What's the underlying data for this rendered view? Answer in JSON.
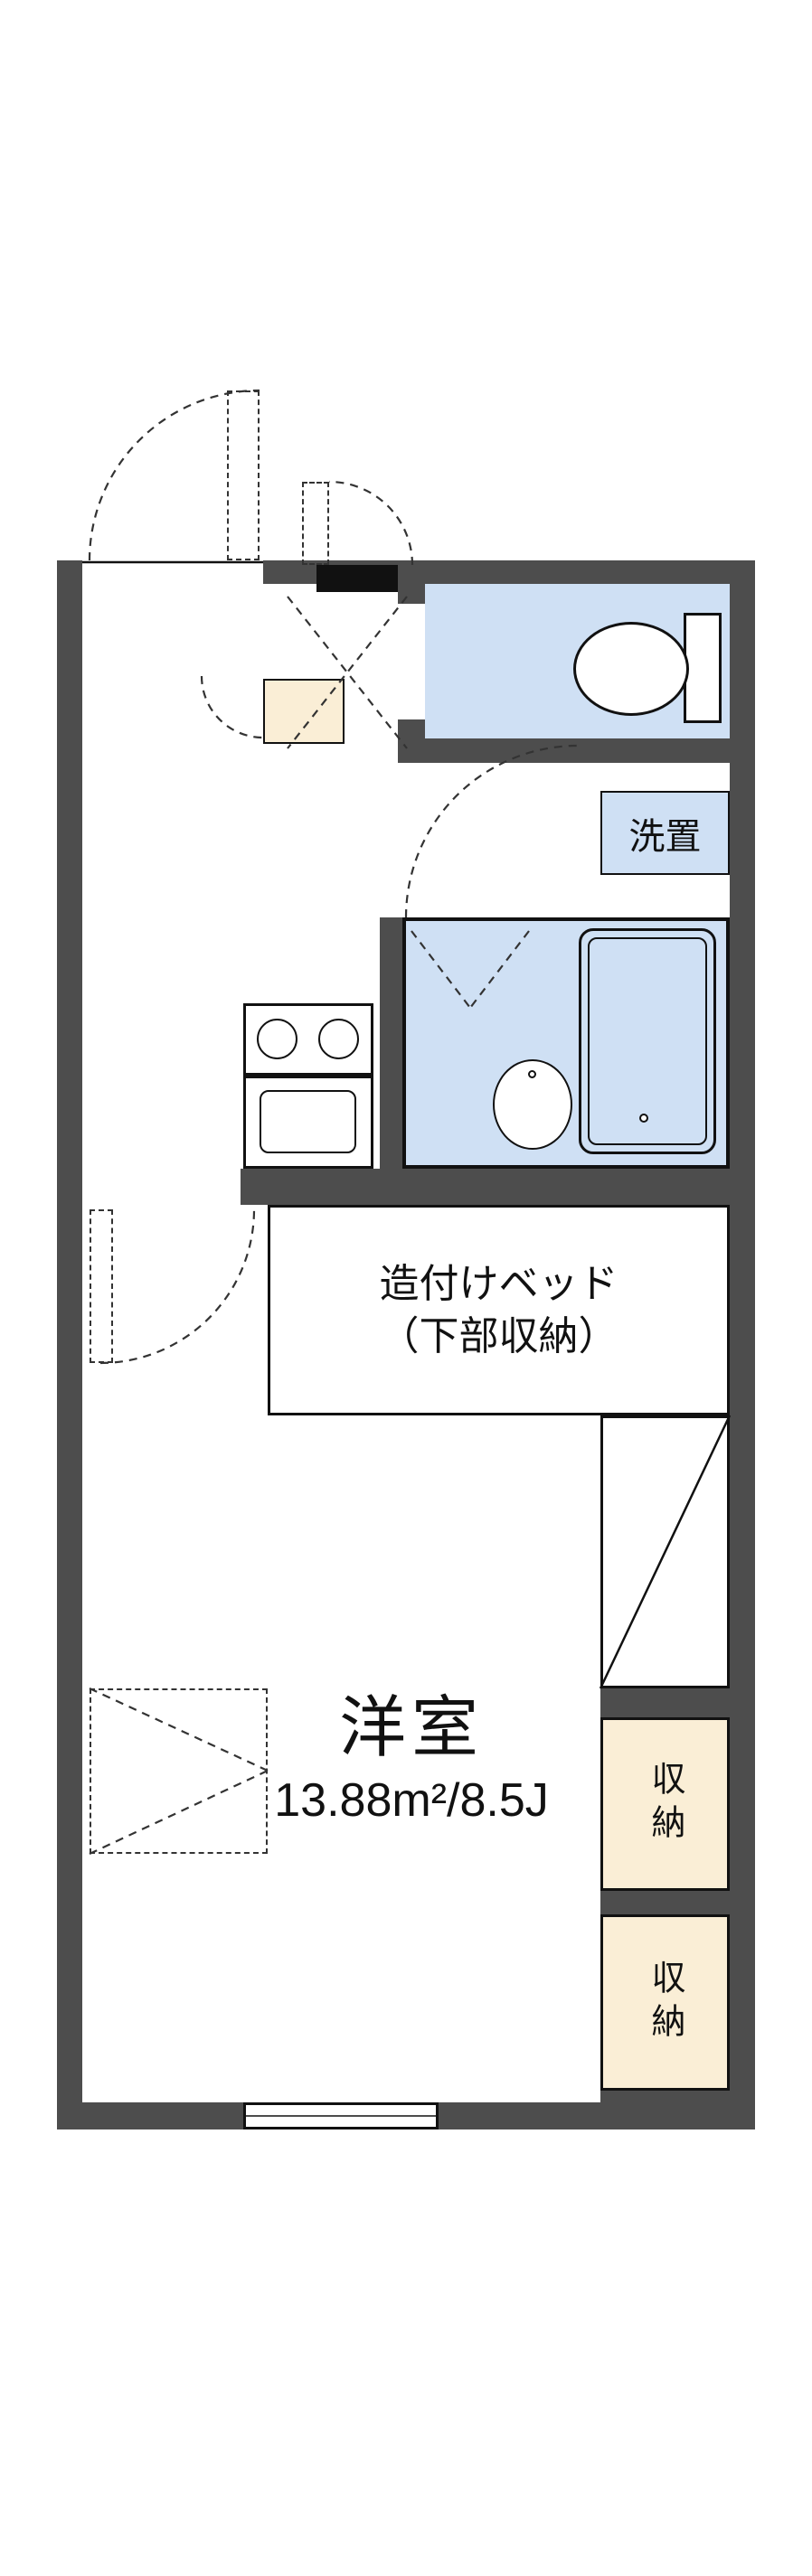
{
  "floor_plan": {
    "labels": {
      "laundry": "洗置",
      "bed_title": "造付けベッド",
      "bed_sub": "（下部収納）",
      "room_name": "洋室",
      "room_size": "13.88m²/8.5J",
      "closet_top": "収納",
      "closet_bottom": "収納"
    },
    "rooms": [
      {
        "name": "洋室",
        "size": "13.88m²/8.5J"
      },
      {
        "name": "造付けベッド（下部収納）"
      },
      {
        "name": "洗置"
      },
      {
        "name": "収納"
      },
      {
        "name": "収納"
      }
    ],
    "colors": {
      "wall": "#4d4d4d",
      "water_area": "#cfe0f4",
      "storage_area": "#faeed6",
      "line": "#111111",
      "background": "#ffffff"
    },
    "fixtures": [
      "toilet-icon",
      "bathtub-icon",
      "washbasin-icon",
      "stove-burners-icon",
      "kitchen-sink-icon",
      "door-swing-icon",
      "window-icon"
    ]
  }
}
